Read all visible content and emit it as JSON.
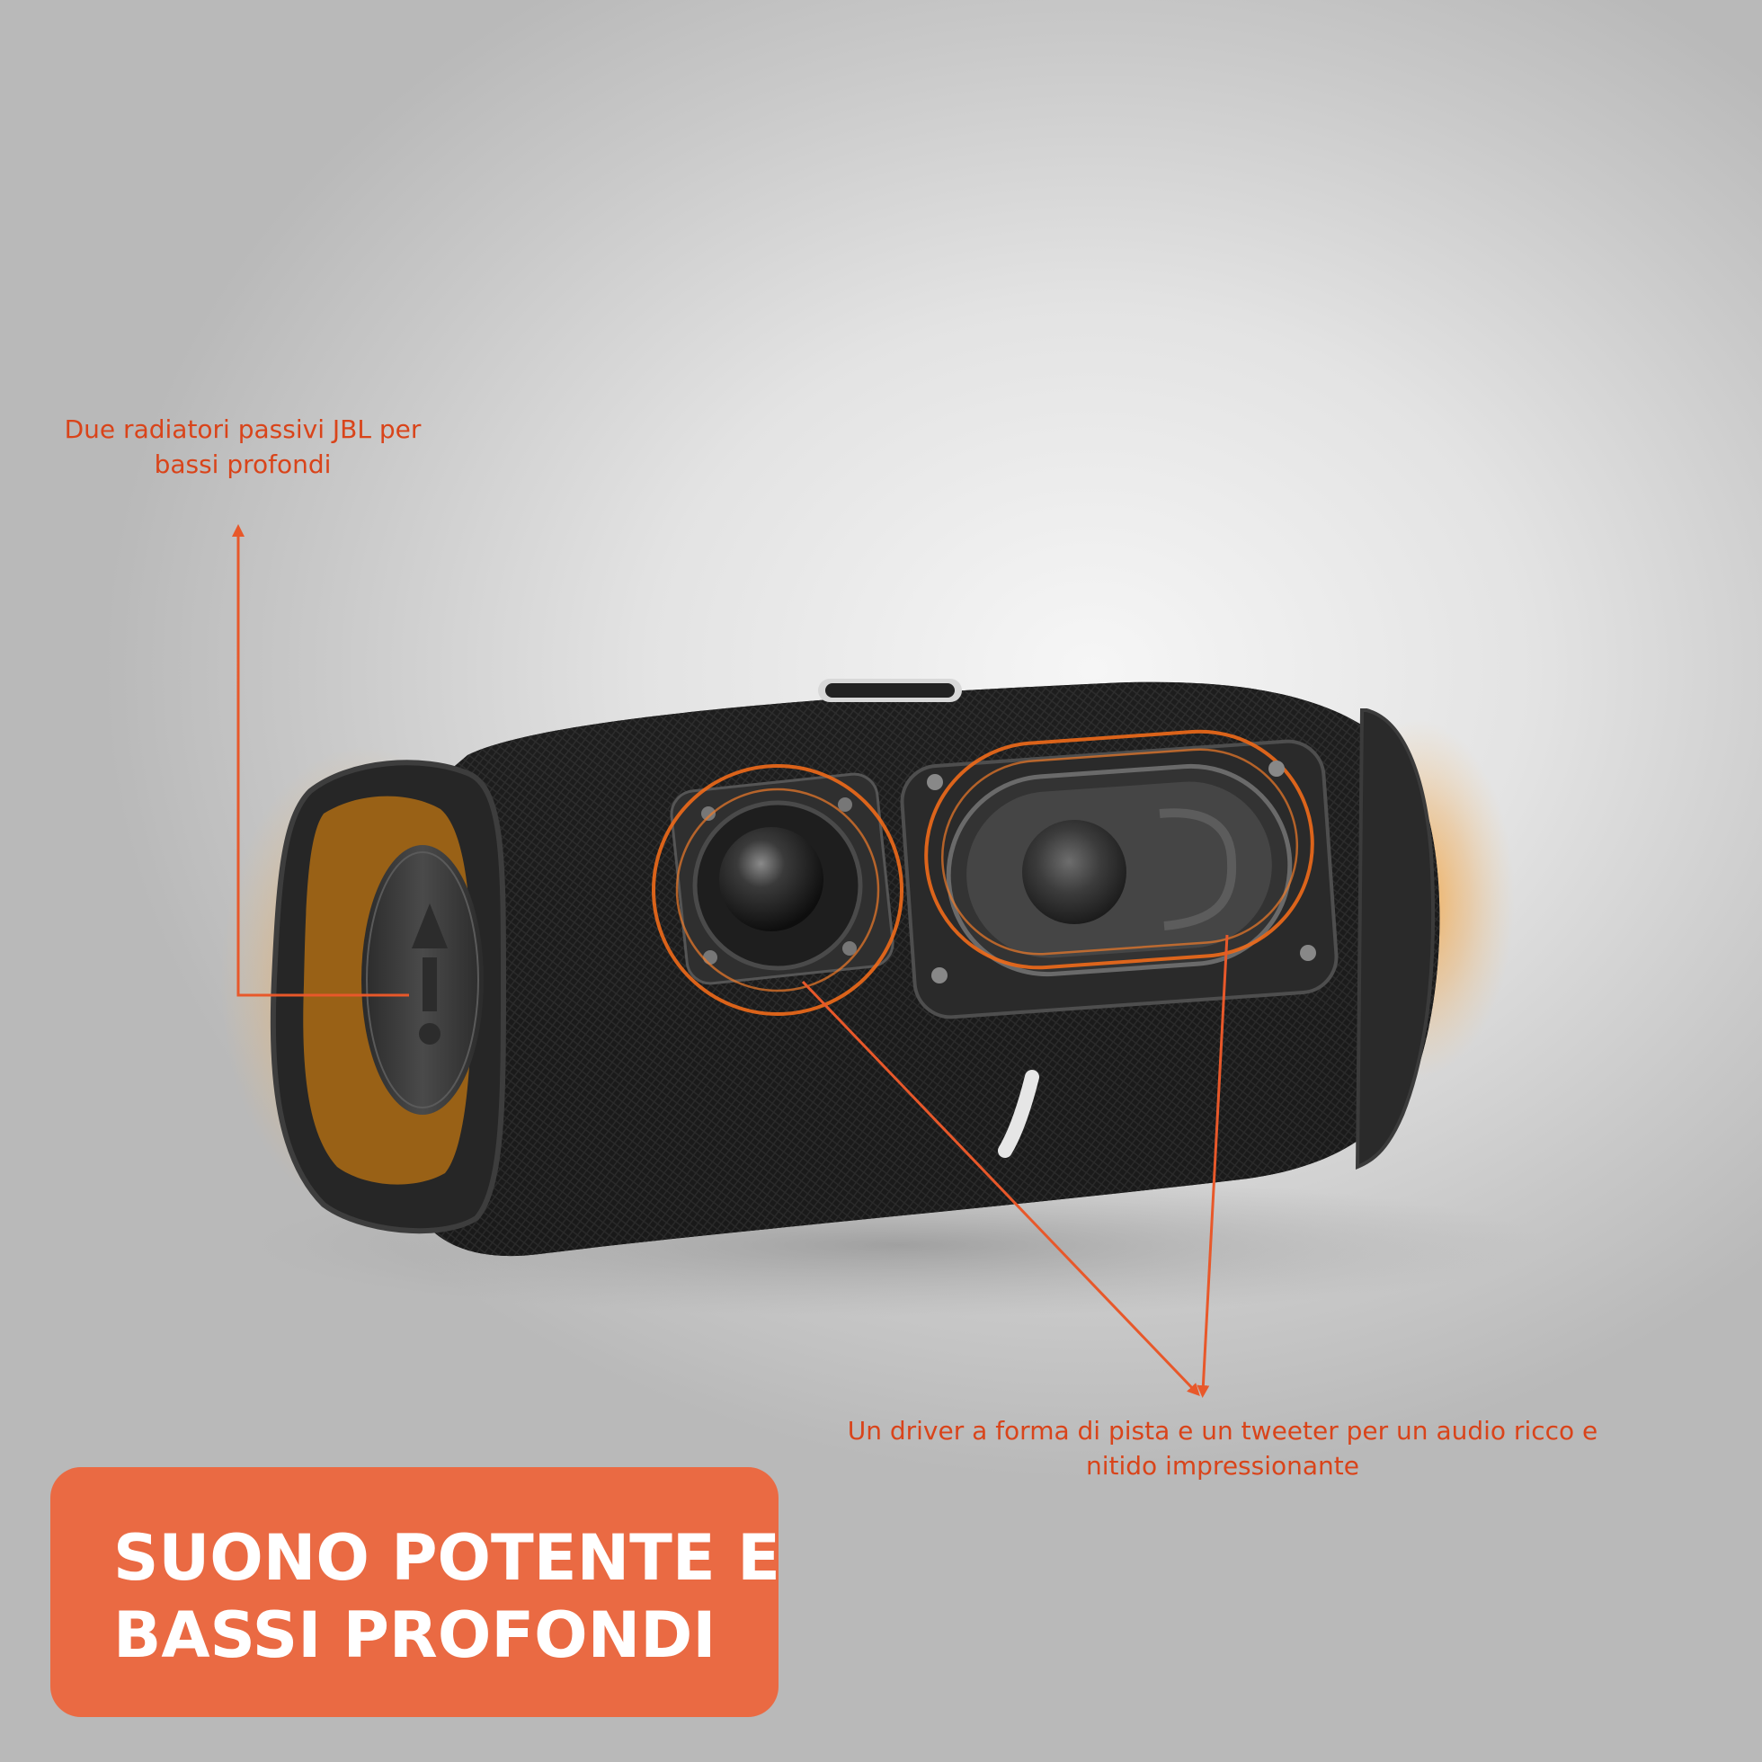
{
  "annotations": {
    "passive_radiators": {
      "line1": "Due radiatori passivi JBL per",
      "line2": "bassi profondi"
    },
    "drivers": {
      "line1": "Un driver a forma di pista e un tweeter per un audio ricco e",
      "line2": "nitido impressionante"
    }
  },
  "headline": {
    "line1": "SUONO POTENTE E",
    "line2": "BASSI PROFONDI"
  },
  "colors": {
    "accent": "#e8582a",
    "annotation_text": "#d9441a",
    "headline_box": "#ea6a43",
    "speaker_body": "#1c1c1c",
    "glow": "#f08a1e"
  },
  "icons": {
    "jbl_logo": "jbl-logo-icon",
    "arrows": "arrow-icon"
  }
}
